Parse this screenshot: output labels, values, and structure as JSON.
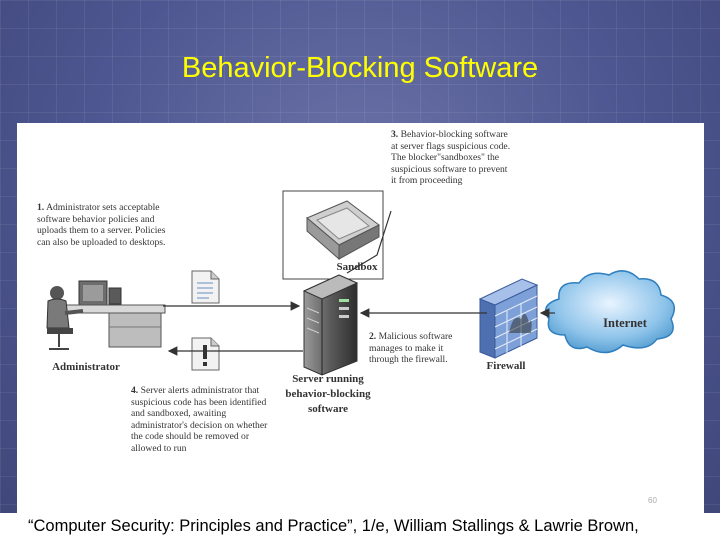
{
  "title": "Behavior-Blocking Software",
  "diagram": {
    "step1": {
      "num": "1.",
      "text": "Administrator sets acceptable software behavior policies and uploads them to a server. Policies can also be uploaded to desktops."
    },
    "step2": {
      "num": "2.",
      "text": "Malicious software manages to make it through the firewall."
    },
    "step3": {
      "num": "3.",
      "text": "Behavior-blocking software at server flags suspicious code. The blocker\"sandboxes\" the suspicious software to prevent it from proceeding"
    },
    "step4": {
      "num": "4.",
      "text": "Server alerts administrator that suspicious code has been identified and sandboxed, awaiting administrator's decision on whether the code should be removed or allowed to run"
    },
    "labels": {
      "sandbox": "Sandbox",
      "administrator": "Administrator",
      "server": "Server running behavior-blocking software",
      "firewall": "Firewall",
      "internet": "Internet"
    },
    "icons": [
      "sandbox-icon",
      "administrator-workstation-icon",
      "document-icon",
      "alert-icon",
      "server-icon",
      "firewall-icon",
      "internet-cloud-icon"
    ]
  },
  "page_number": "60",
  "footer": "“Computer Security: Principles and Practice”, 1/e, William Stallings & Lawrie Brown,"
}
